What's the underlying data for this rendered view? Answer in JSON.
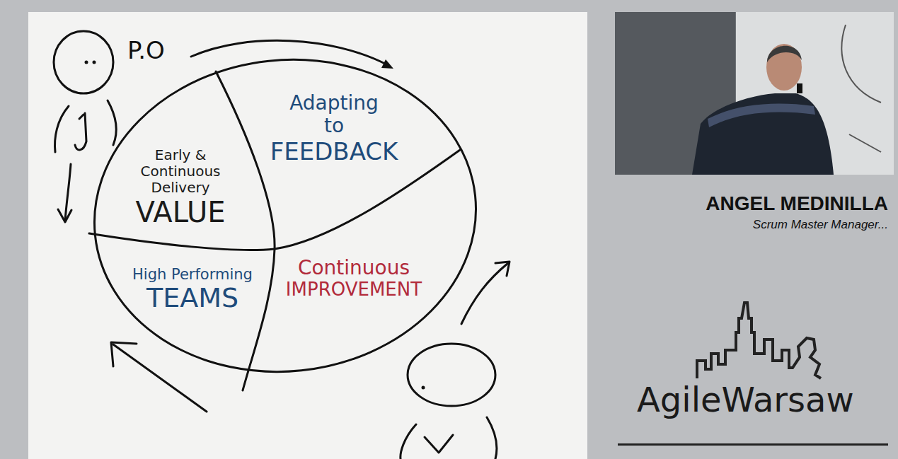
{
  "diagram": {
    "nodes": [
      {
        "text": [
          "Early & Continuous Delivery",
          "VALUE"
        ]
      },
      {
        "text": [
          "Adapting to",
          "FEEDBACK"
        ]
      },
      {
        "text": [
          "High Performing",
          "TEAMS"
        ]
      },
      {
        "text": [
          "Continuous",
          "IMPROVEMENT"
        ]
      }
    ],
    "labels": [
      "P.O",
      "ANGEL MEDINILLA",
      "Scrum Master Manager...",
      "AgileWarsaw"
    ]
  }
}
